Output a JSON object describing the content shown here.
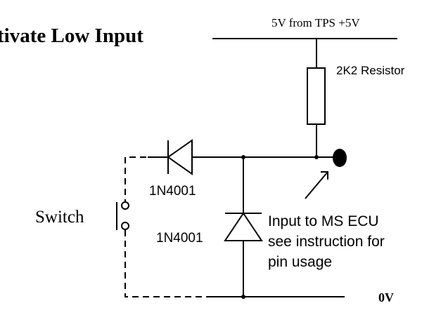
{
  "title": "tivate Low Input",
  "supply_label": "5V from TPS +5V",
  "resistor_label": "2K2 Resistor",
  "diode_series_label": "1N4001",
  "diode_shunt_label": "1N4001",
  "switch_label": "Switch",
  "input_note": [
    "Input to MS ECU",
    "see instruction for",
    "pin usage"
  ],
  "ground_label": "0V"
}
